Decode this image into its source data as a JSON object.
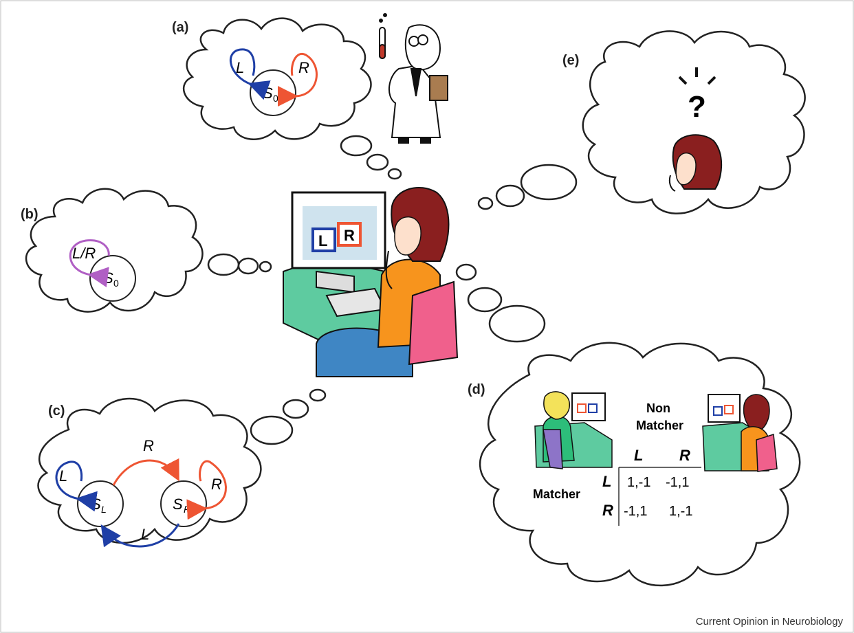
{
  "figure": {
    "credit": "Current Opinion in Neurobiology",
    "colors": {
      "blue": "#1f3fa6",
      "red": "#ee5533",
      "purple": "#b05fc4",
      "line": "#222222"
    }
  },
  "panels": {
    "a": {
      "label": "(a)",
      "state": "S",
      "state_sub": "0",
      "loop_left": "L",
      "loop_right": "R"
    },
    "b": {
      "label": "(b)",
      "state": "S",
      "state_sub": "0",
      "loop": "L/R"
    },
    "c": {
      "label": "(c)",
      "state_left": "S",
      "state_left_sub": "L",
      "state_right": "S",
      "state_right_sub": "R",
      "loop_left": "L",
      "loop_right": "R",
      "arc_top": "R",
      "arc_bottom": "L"
    },
    "d": {
      "label": "(d)",
      "non_matcher_line1": "Non",
      "non_matcher_line2": "Matcher",
      "matcher": "Matcher",
      "col_L": "L",
      "col_R": "R",
      "row_L": "L",
      "row_R": "R",
      "cells": [
        [
          "1,-1",
          "-1,1"
        ],
        [
          "-1,1",
          "1,-1"
        ]
      ]
    },
    "e": {
      "label": "(e)",
      "mark": "?"
    }
  },
  "monitor": {
    "key_left": "L",
    "key_right": "R"
  },
  "icons": [
    "thought-cloud",
    "scientist-icon",
    "woman-at-computer-icon",
    "question-mark-icon"
  ]
}
